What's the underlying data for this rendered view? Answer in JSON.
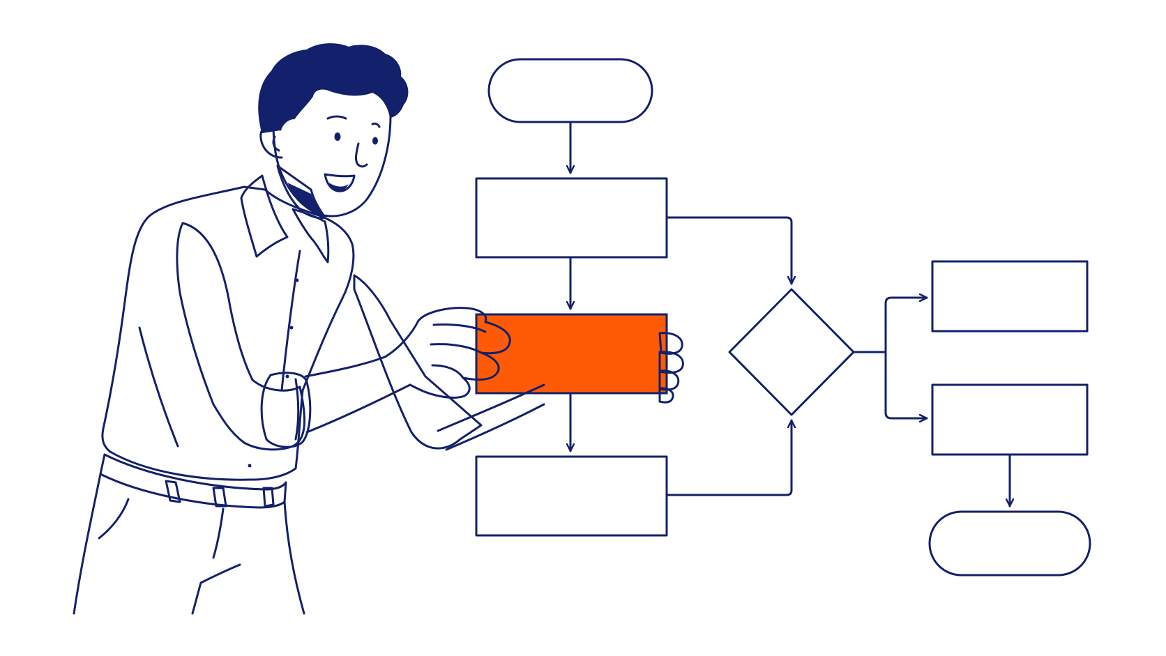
{
  "colors": {
    "ink": "#13206b",
    "accent": "#ff5a05",
    "background": "#ffffff"
  },
  "diagram": {
    "type": "flowchart",
    "nodes": [
      {
        "id": "start",
        "shape": "terminator",
        "label": ""
      },
      {
        "id": "process-1",
        "shape": "process",
        "label": ""
      },
      {
        "id": "process-2-highlighted",
        "shape": "process",
        "label": "",
        "highlighted": true
      },
      {
        "id": "process-3",
        "shape": "process",
        "label": ""
      },
      {
        "id": "decision",
        "shape": "decision",
        "label": ""
      },
      {
        "id": "process-4",
        "shape": "process",
        "label": ""
      },
      {
        "id": "process-5",
        "shape": "process",
        "label": ""
      },
      {
        "id": "end",
        "shape": "terminator",
        "label": ""
      }
    ],
    "edges": [
      {
        "from": "start",
        "to": "process-1"
      },
      {
        "from": "process-1",
        "to": "process-2-highlighted"
      },
      {
        "from": "process-2-highlighted",
        "to": "process-3"
      },
      {
        "from": "process-1",
        "to": "decision"
      },
      {
        "from": "process-3",
        "to": "decision"
      },
      {
        "from": "decision",
        "to": "process-4"
      },
      {
        "from": "decision",
        "to": "process-5"
      },
      {
        "from": "process-5",
        "to": "end"
      }
    ]
  },
  "illustration": {
    "figure": "person-placing-block-icon"
  }
}
